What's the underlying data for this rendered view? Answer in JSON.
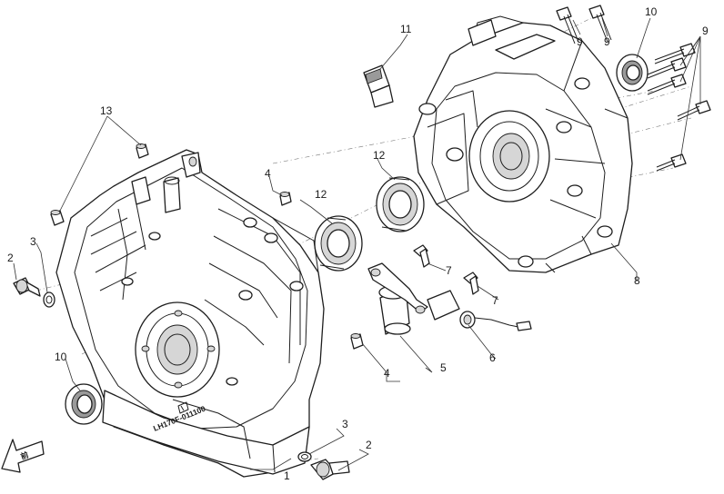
{
  "callouts": {
    "c1": "1",
    "c2a": "2",
    "c2b": "2",
    "c3a": "3",
    "c3b": "3",
    "c4a": "4",
    "c4b": "4",
    "c5": "5",
    "c6": "6",
    "c7a": "7",
    "c7b": "7",
    "c8": "8",
    "c9a": "9",
    "c9b": "9",
    "c9c": "9",
    "c10a": "10",
    "c10b": "10",
    "c11": "11",
    "c12a": "12",
    "c12b": "12",
    "c13": "13"
  },
  "stamp_text": "LH170F-011100",
  "front_marker": "前",
  "colors": {
    "line": "#1e1e1e",
    "shade": "#d6d6d6",
    "dark": "#9a9a9a"
  }
}
